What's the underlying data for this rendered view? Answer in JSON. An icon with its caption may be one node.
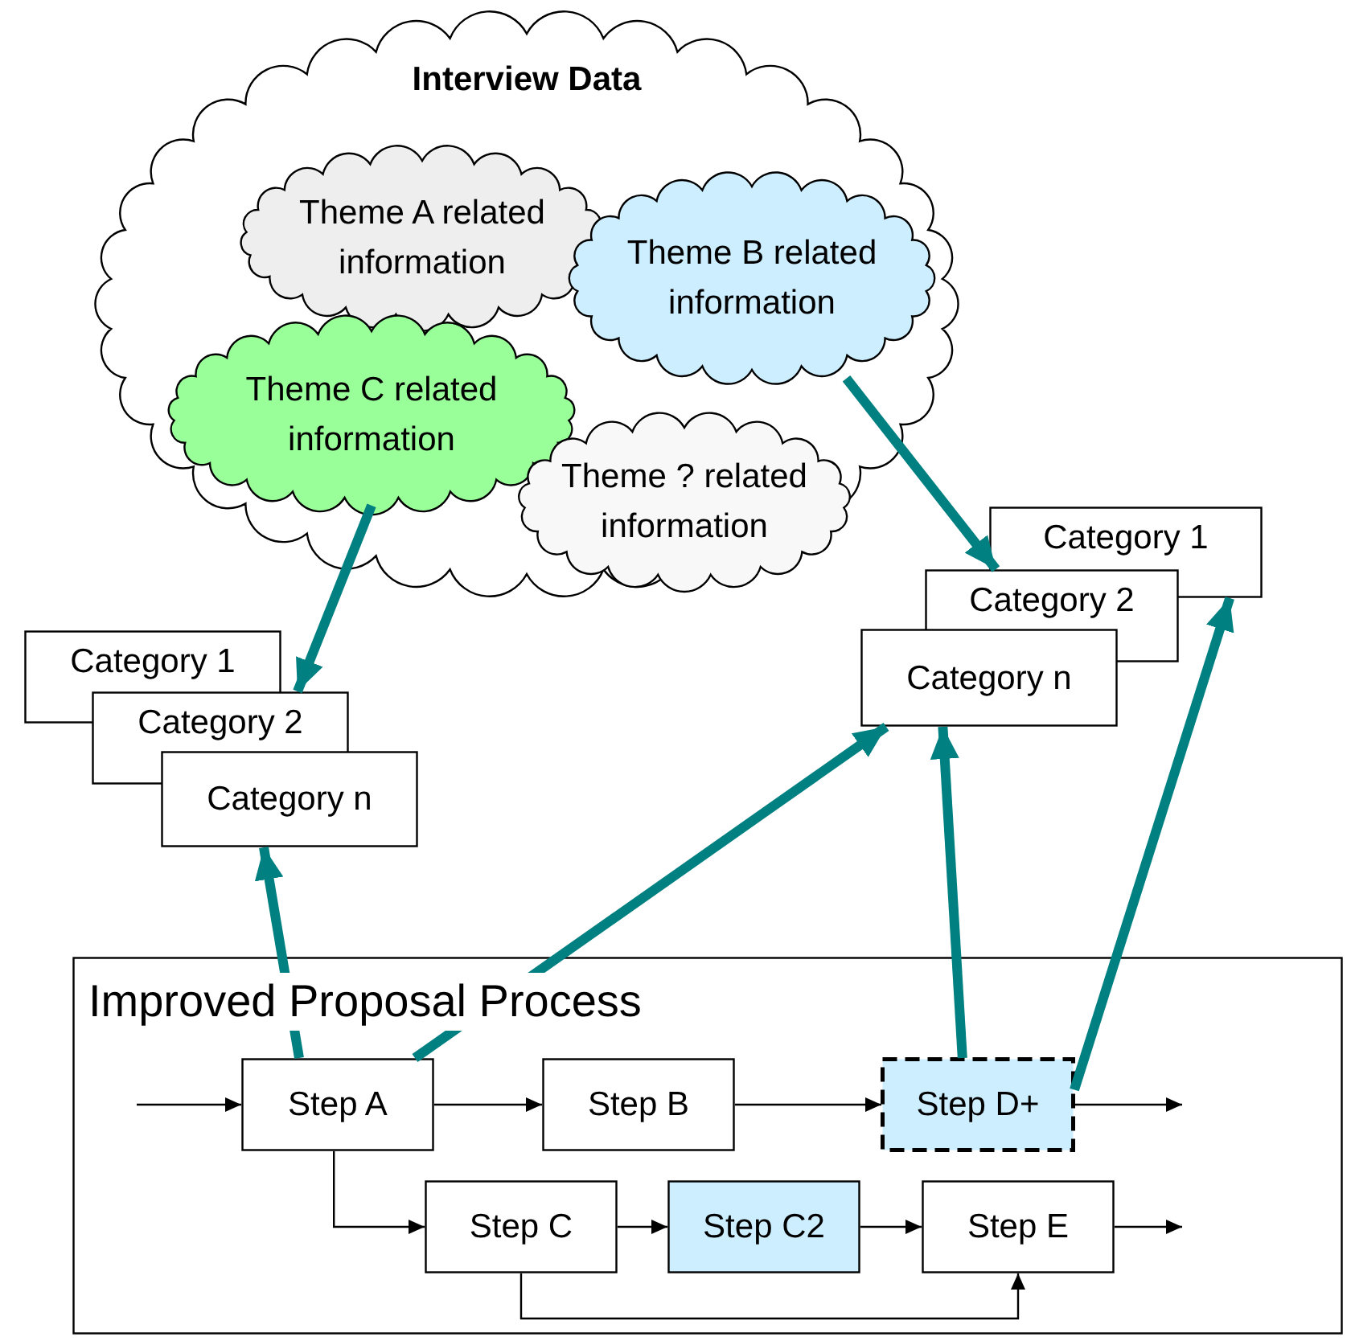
{
  "diagram": {
    "nodes": [
      {
        "text": [
          "Interview Data"
        ]
      },
      {
        "text": [
          "Theme A related information"
        ],
        "in": 0
      },
      {
        "text": [
          "Theme B related information"
        ],
        "in": 0
      },
      {
        "text": [
          "Theme C related information"
        ],
        "in": 0
      },
      {
        "text": [
          "Theme ? related information"
        ],
        "in": 0
      },
      {
        "text": [
          "Category 1"
        ]
      },
      {
        "text": [
          "Category 2"
        ]
      },
      {
        "text": [
          "Category n"
        ]
      },
      {
        "text": [
          "Category 1"
        ]
      },
      {
        "text": [
          "Category 2"
        ]
      },
      {
        "text": [
          "Category n"
        ]
      },
      {
        "text": [
          "Improved Proposal Process"
        ]
      },
      {
        "text": [
          "Step A"
        ],
        "in": 11
      },
      {
        "text": [
          "Step B"
        ],
        "in": 11
      },
      {
        "text": [
          "Step D+"
        ],
        "in": 11
      },
      {
        "text": [
          "Step C"
        ],
        "in": 11
      },
      {
        "text": [
          "Step C2"
        ],
        "in": 11
      },
      {
        "text": [
          "Step E"
        ],
        "in": 11
      }
    ],
    "edges": [
      {
        "from": 3,
        "to": 6,
        "arrow": "to",
        "style": "thick",
        "color": "#008080"
      },
      {
        "from": 2,
        "to": 9,
        "arrow": "to",
        "style": "thick",
        "color": "#008080"
      },
      {
        "from": 12,
        "to": 7,
        "arrow": "to",
        "style": "thick",
        "color": "#008080"
      },
      {
        "from": 12,
        "to": 10,
        "arrow": "to",
        "style": "thick",
        "color": "#008080"
      },
      {
        "from": 14,
        "to": 10,
        "arrow": "to",
        "style": "thick",
        "color": "#008080"
      },
      {
        "from": 14,
        "to": 8,
        "arrow": "to",
        "style": "thick",
        "color": "#008080"
      },
      {
        "from": null,
        "to": 12,
        "arrow": "to"
      },
      {
        "from": 12,
        "to": 13,
        "arrow": "to"
      },
      {
        "from": 13,
        "to": 14,
        "arrow": "to"
      },
      {
        "from": 14,
        "to": null,
        "arrow": "to"
      },
      {
        "from": 12,
        "to": 15,
        "arrow": "to"
      },
      {
        "from": 15,
        "to": 16,
        "arrow": "to"
      },
      {
        "from": 16,
        "to": 17,
        "arrow": "to"
      },
      {
        "from": 17,
        "to": null,
        "arrow": "to"
      },
      {
        "from": 15,
        "to": 17,
        "arrow": "to"
      }
    ]
  }
}
